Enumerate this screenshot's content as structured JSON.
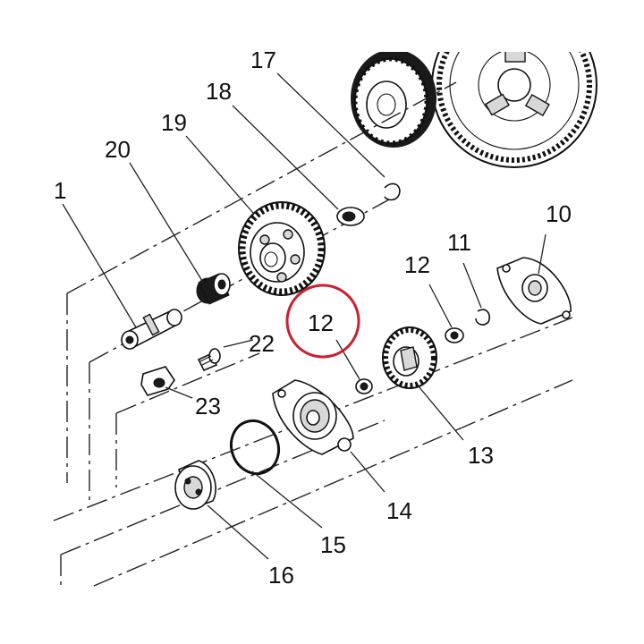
{
  "diagram": {
    "highlight_color": "#cc2030",
    "ink_color": "#111111",
    "highlighted_label": "12",
    "parts": [
      {
        "id": "p1",
        "label": "1",
        "icon": "shaft-icon"
      },
      {
        "id": "p10",
        "label": "10",
        "icon": "cover-plate-icon"
      },
      {
        "id": "p11",
        "label": "11",
        "icon": "circlip-icon"
      },
      {
        "id": "p12a",
        "label": "12",
        "icon": "washer-icon"
      },
      {
        "id": "p12b",
        "label": "12",
        "icon": "washer-icon"
      },
      {
        "id": "p13",
        "label": "13",
        "icon": "pump-gear-icon"
      },
      {
        "id": "p14",
        "label": "14",
        "icon": "pump-body-icon"
      },
      {
        "id": "p15",
        "label": "15",
        "icon": "o-ring-icon"
      },
      {
        "id": "p16",
        "label": "16",
        "icon": "rotor-icon"
      },
      {
        "id": "p17",
        "label": "17",
        "icon": "circlip-icon"
      },
      {
        "id": "p18",
        "label": "18",
        "icon": "washer-icon"
      },
      {
        "id": "p19",
        "label": "19",
        "icon": "gear-icon"
      },
      {
        "id": "p20",
        "label": "20",
        "icon": "needle-bearing-icon"
      },
      {
        "id": "p22",
        "label": "22",
        "icon": "screw-icon"
      },
      {
        "id": "p23",
        "label": "23",
        "icon": "retaining-clip-icon"
      }
    ]
  }
}
